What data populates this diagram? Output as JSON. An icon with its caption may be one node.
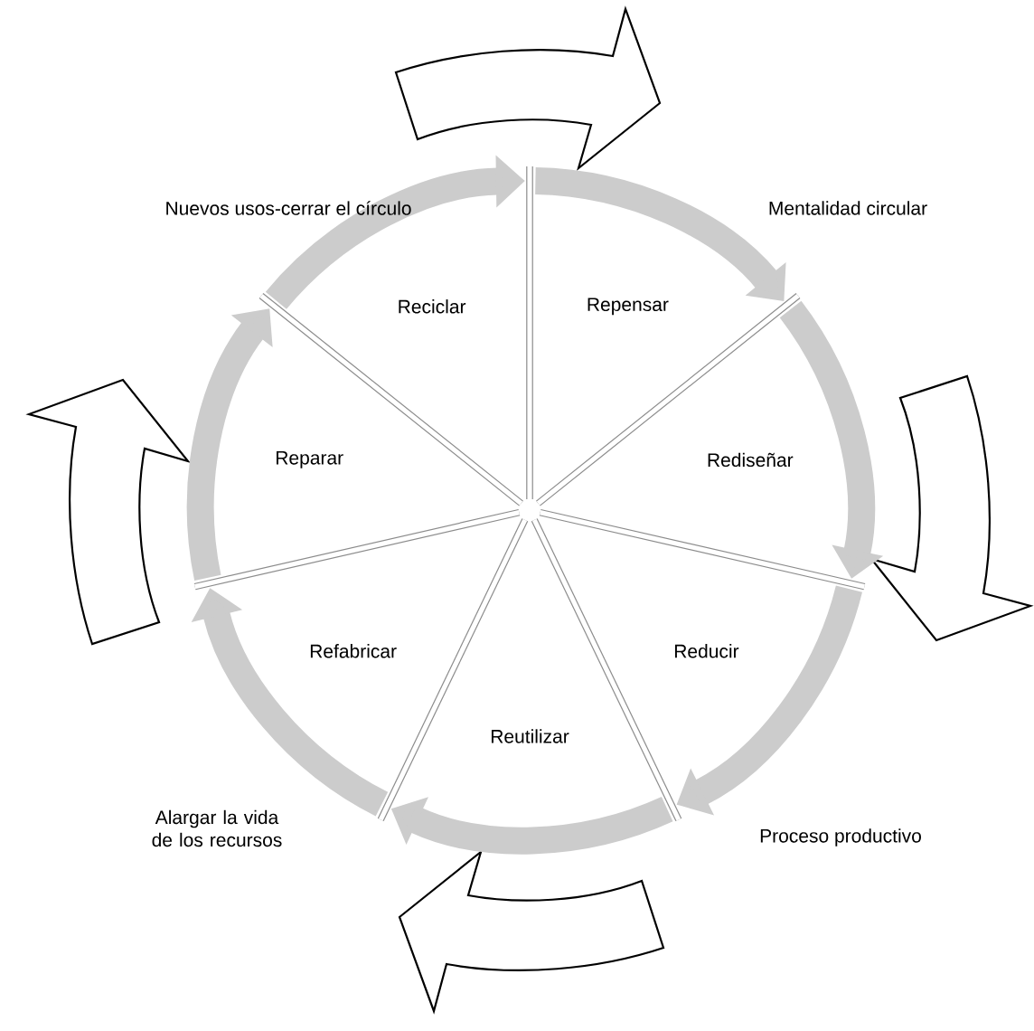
{
  "diagram": {
    "nodes": [
      {
        "text": [
          "Repensar"
        ]
      },
      {
        "text": [
          "Rediseñar"
        ]
      },
      {
        "text": [
          "Reducir"
        ]
      },
      {
        "text": [
          "Reutilizar"
        ]
      },
      {
        "text": [
          "Refabricar"
        ]
      },
      {
        "text": [
          "Reparar"
        ]
      },
      {
        "text": [
          "Reciclar"
        ]
      }
    ],
    "labels": [
      "Nuevos usos-cerrar el círculo",
      "Mentalidad circular",
      "Alargar la vida de los recursos",
      "Proceso productivo"
    ]
  }
}
